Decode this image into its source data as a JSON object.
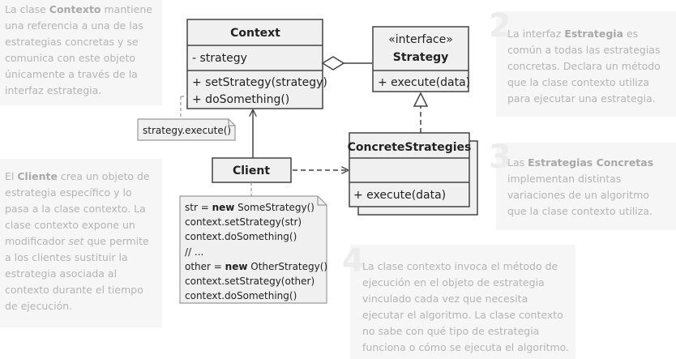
{
  "notes": {
    "n1": {
      "pre": "La clase ",
      "bold": "Contexto",
      "post": " mantiene una referencia a una de las estrategias concretas y se comunica con este objeto únicamente a través de la interfaz estrategia."
    },
    "n2": {
      "number": "2",
      "pre": "La interfaz ",
      "bold": "Estrategia",
      "post": " es común a todas las estrategias concretas. Declara un método que la clase contexto utiliza para ejecutar una estrategia."
    },
    "n3": {
      "number": "3",
      "pre": "Las ",
      "bold": "Estrategias Concretas",
      "post": " implementan distintas variaciones de un algoritmo que la clase contexto utiliza."
    },
    "n4": {
      "number": "4",
      "text": "La clase contexto invoca el método de ejecución en el objeto de estrategia vinculado cada vez que necesita ejecutar el algoritmo. La clase contexto no sabe con qué tipo de estrategia funciona o cómo se ejecuta el algoritmo."
    },
    "n5": {
      "pre": "El ",
      "bold": "Cliente",
      "mid": " crea un objeto de estrategia específico y lo pasa a la clase contexto. La clase contexto expone un modificador ",
      "italic": "set",
      "post": " que permite a los clientes sustituir la estrategia asociada al contexto durante el tiempo de ejecución."
    }
  },
  "context": {
    "name": "Context",
    "field": "- strategy",
    "method1": "+ setStrategy(strategy)",
    "method2": "+ doSomething()"
  },
  "strategy": {
    "stereotype": "«interface»",
    "name": "Strategy",
    "method": "+ execute(data)"
  },
  "concrete": {
    "name": "ConcreteStrategies",
    "method": "+ execute(data)"
  },
  "client": {
    "name": "Client"
  },
  "exec_note": "strategy.execute()",
  "code_lines": [
    {
      "pre": "str = ",
      "kw": "new",
      "post": " SomeStrategy()"
    },
    {
      "pre": "context.setStrategy(str)"
    },
    {
      "pre": "context.doSomething()"
    },
    {
      "pre": "// ..."
    },
    {
      "pre": "other = ",
      "kw": "new",
      "post": " OtherStrategy()"
    },
    {
      "pre": "context.setStrategy(other)"
    },
    {
      "pre": "context.doSomething()"
    }
  ],
  "colors": {
    "note_bg": "#f6f6f6",
    "note_text": "#b4b4b4",
    "box_fill": "#f0f0f0",
    "stroke": "#444444"
  }
}
